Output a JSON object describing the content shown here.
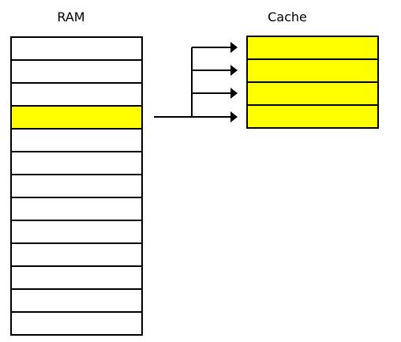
{
  "ram": {
    "label": "RAM",
    "row_count": 13,
    "highlighted_rows": [
      3
    ]
  },
  "cache": {
    "label": "Cache",
    "row_count": 4,
    "highlighted_rows": [
      0,
      1,
      2,
      3
    ]
  },
  "colors": {
    "highlight": "#ffff00",
    "cell": "#ffffff",
    "stroke": "#000000"
  }
}
